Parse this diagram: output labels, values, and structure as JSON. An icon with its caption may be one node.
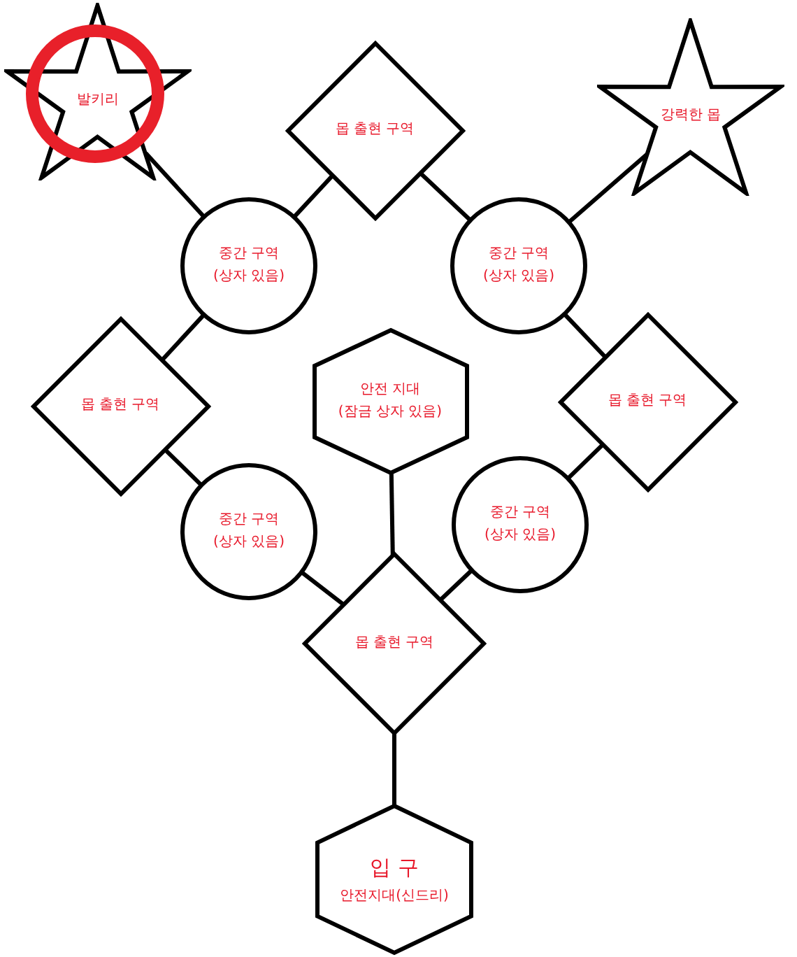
{
  "diagram": {
    "nodes": [
      {
        "text": [
          "발키리"
        ]
      },
      {
        "text": [
          "몹 출현 구역"
        ]
      },
      {
        "text": [
          "중간 구역",
          "(상자 있음)"
        ]
      },
      {
        "text": [
          "강력한 몹"
        ]
      },
      {
        "text": [
          "중간 구역",
          "(상자 있음)"
        ]
      },
      {
        "text": [
          "몹 출현 구역"
        ]
      },
      {
        "text": [
          "안전 지대",
          "(잠금 상자 있음)"
        ]
      },
      {
        "text": [
          "몹 출현 구역"
        ]
      },
      {
        "text": [
          "중간 구역",
          "(상자 있음)"
        ]
      },
      {
        "text": [
          "중간 구역",
          "(상자 있음)"
        ]
      },
      {
        "text": [
          "몹 출현 구역"
        ]
      },
      {
        "text": [
          "입 구",
          "안전지대(신드리)"
        ]
      }
    ],
    "edges": [
      {
        "from": 0,
        "to": 2,
        "arrow": "none"
      },
      {
        "from": 2,
        "to": 1,
        "arrow": "none"
      },
      {
        "from": 1,
        "to": 4,
        "arrow": "none"
      },
      {
        "from": 4,
        "to": 3,
        "arrow": "none"
      },
      {
        "from": 2,
        "to": 5,
        "arrow": "none"
      },
      {
        "from": 5,
        "to": 8,
        "arrow": "none"
      },
      {
        "from": 4,
        "to": 7,
        "arrow": "none"
      },
      {
        "from": 7,
        "to": 9,
        "arrow": "none"
      },
      {
        "from": 8,
        "to": 10,
        "arrow": "none"
      },
      {
        "from": 9,
        "to": 10,
        "arrow": "none"
      },
      {
        "from": 6,
        "to": 10,
        "arrow": "none"
      },
      {
        "from": 10,
        "to": 11,
        "arrow": "none"
      }
    ]
  }
}
